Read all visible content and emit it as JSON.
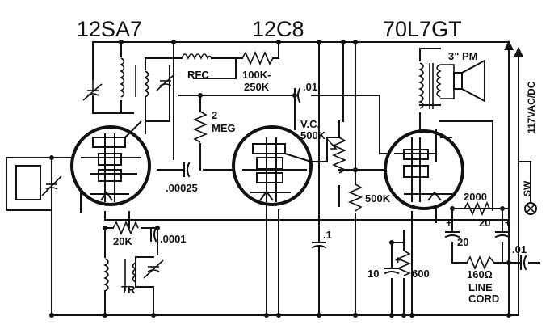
{
  "tubes": {
    "t1": "12SA7",
    "t2": "12C8",
    "t3": "70L7GT"
  },
  "labels": {
    "rfc": "RFC",
    "r_100k": "100K-",
    "r_250k": "250K",
    "c_01_top": ".01",
    "speaker": "3\" PM",
    "supply": "117VAC/DC",
    "r_2meg_a": "2",
    "r_2meg_b": "MEG",
    "vc_a": "V.C.",
    "vc_b": "500K",
    "c_00025": ".00025",
    "r_500k": "500K",
    "r_2000": "2000",
    "c_20_right": "20",
    "c_20_left": "20",
    "switch": "SW",
    "r_20k": "20K",
    "c_0001": ".0001",
    "c_1": ".1",
    "c_10": "10",
    "r_600": "600",
    "c_01_bottom": ".01",
    "r_160": "160Ω",
    "line_a": "LINE",
    "line_b": "CORD",
    "tr": "TR",
    "plus1": "+",
    "plus2": "+",
    "plus3": "+"
  }
}
